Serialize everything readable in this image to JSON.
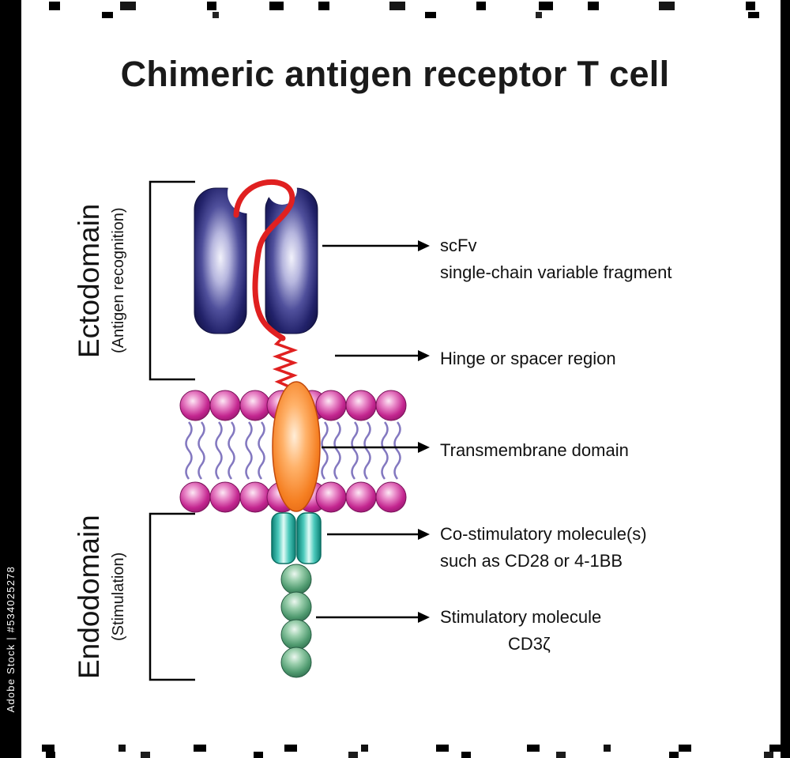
{
  "title": "Chimeric antigen receptor T cell",
  "watermark": {
    "text": "Adobe Stock | #534025278"
  },
  "domain_brackets": {
    "ectodomain": {
      "label": "Ectodomain",
      "sublabel": "(Antigen recognition)"
    },
    "endodomain": {
      "label": "Endodomain",
      "sublabel": "(Stimulation)"
    }
  },
  "annotations": [
    {
      "line1": "scFv",
      "line2": "single-chain variable fragment"
    },
    {
      "line1": "Hinge or spacer region"
    },
    {
      "line1": "Transmembrane domain"
    },
    {
      "line1": "Co-stimulatory molecule(s)",
      "line2": "such as CD28 or 4-1BB"
    },
    {
      "line1": "Stimulatory molecule",
      "line2": "CD3ζ"
    }
  ],
  "colors": {
    "scfv_domain": "#1e1e5a",
    "linker": "#e02020",
    "membrane_head": "#c3258f",
    "membrane_tail": "#8378c0",
    "transmembrane": "#f57f22",
    "costimulatory": "#18a99c",
    "stimulatory": "#4f9a6f",
    "arrow": "#000000"
  }
}
